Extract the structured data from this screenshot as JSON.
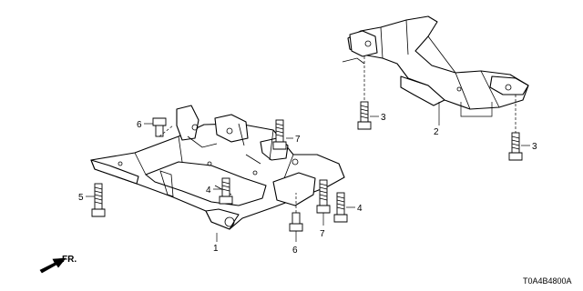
{
  "diagram": {
    "callouts": {
      "part_1": "1",
      "part_2": "2",
      "bolt_3_upper": "3",
      "bolt_3_lower": "3",
      "bolt_4_left": "4",
      "bolt_4_right": "4",
      "bolt_5": "5",
      "bolt_6_upper": "6",
      "bolt_6_lower": "6",
      "bolt_7_upper": "7",
      "bolt_7_lower": "7"
    },
    "direction_label": "FR.",
    "diagram_code": "T0A4B4800A"
  }
}
